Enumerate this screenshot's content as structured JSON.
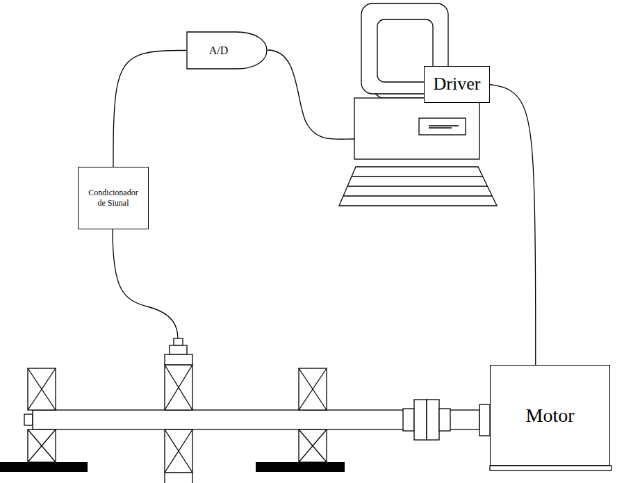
{
  "diagram": {
    "nodes": [
      {
        "text": [
          "A/D"
        ]
      },
      {
        "text": [
          "Condicionador de Siunal"
        ]
      },
      {
        "text": [
          "Driver"
        ]
      },
      {
        "text": [
          "Motor"
        ]
      }
    ],
    "edges": [
      {
        "from": 1,
        "to": 0,
        "arrow": "none"
      },
      {
        "from": 2,
        "to": 3,
        "arrow": "none"
      }
    ]
  }
}
